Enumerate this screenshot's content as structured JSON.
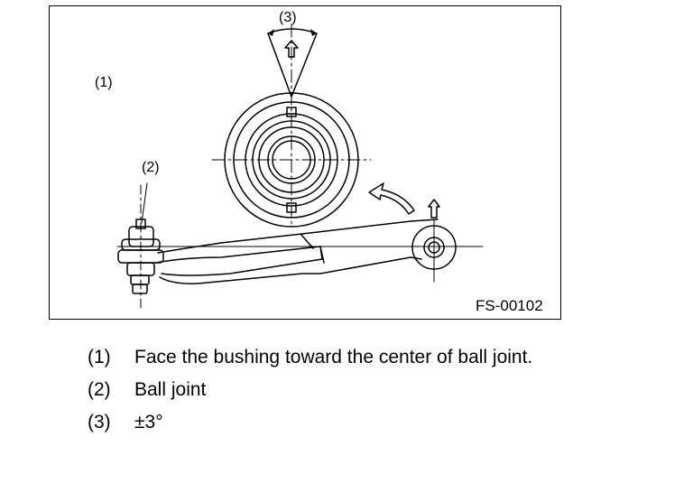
{
  "figure": {
    "callout_1": "(1)",
    "callout_2": "(2)",
    "callout_3": "(3)",
    "figure_code": "FS-00102"
  },
  "legend": [
    {
      "num": "(1)",
      "text": "Face the bushing toward the center of ball joint."
    },
    {
      "num": "(2)",
      "text": "Ball joint"
    },
    {
      "num": "(3)",
      "text": "±3°"
    }
  ]
}
